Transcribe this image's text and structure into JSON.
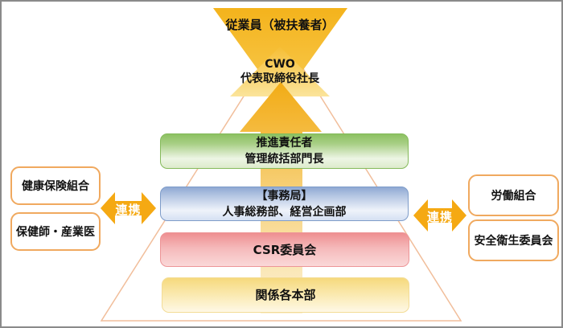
{
  "diagram": {
    "top_triangle_label": "従業員（被扶養者）",
    "cwo": {
      "line1": "CWO",
      "line2": "代表取締役社長"
    },
    "bars": [
      {
        "id": "green",
        "line1": "推進責任者",
        "line2": "管理統括部門長"
      },
      {
        "id": "blue",
        "line1": "【事務局】",
        "line2": "人事総務部、経営企画部"
      },
      {
        "id": "red",
        "line1": "CSR委員会"
      },
      {
        "id": "yellow",
        "line1": "関係各本部"
      }
    ],
    "left_boxes": [
      {
        "label": "健康保険組合"
      },
      {
        "label": "保健師・産業医"
      }
    ],
    "right_boxes": [
      {
        "label": "労働組合"
      },
      {
        "label": "安全衛生委員会"
      }
    ],
    "links": {
      "left_label": "連携",
      "right_label": "連携"
    },
    "colors": {
      "gold_dark": "#F2AC15",
      "gold_light": "#FCF1D6",
      "link_arrow": "#F5A913",
      "pyramid_outline": "#F1BE9B",
      "side_box_border": "#F0A95F",
      "bar_green": "#8CC162",
      "bar_blue": "#8FA9D3",
      "bar_red": "#EE8F91",
      "bar_yellow": "#F6D97D",
      "frame_border": "#8A8A8A",
      "text": "#111111",
      "link_text": "#FFFFFF"
    }
  }
}
